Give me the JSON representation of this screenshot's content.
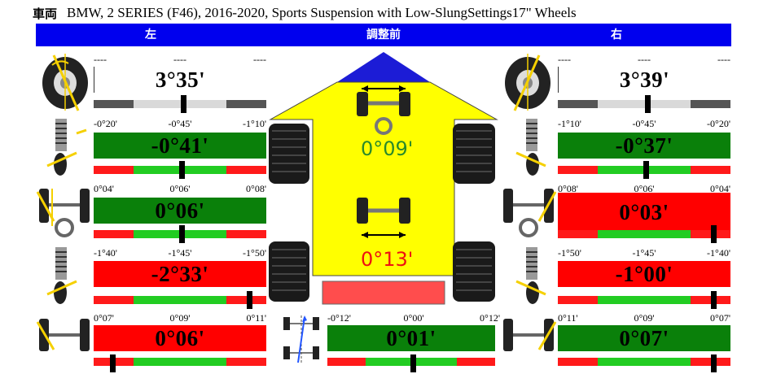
{
  "vehicle": {
    "label": "車両",
    "description": "BMW, 2 SERIES (F46), 2016-2020, Sports Suspension with Low-SlungSettings17\" Wheels"
  },
  "header": {
    "left": "左",
    "center": "調整前",
    "right": "右"
  },
  "colors": {
    "header_bg": "#0000ee",
    "in_spec": "#0a800a",
    "out_of_spec": "#ff0000",
    "car_body": "#ffff00",
    "car_nose": "#1c1cd6",
    "front_total_toe": "#2a8a2a",
    "rear_total_toe": "#ee1111"
  },
  "left": {
    "caster": {
      "ticks": [
        "----",
        "----",
        "----"
      ],
      "value": "3°35'",
      "status": "neutral",
      "marker_pct": 52
    },
    "front_camber": {
      "ticks": [
        "-0°20'",
        "-0°45'",
        "-1°10'"
      ],
      "value": "-0°41'",
      "status": "ok",
      "marker_pct": 51
    },
    "front_toe": {
      "ticks": [
        "0°04'",
        "0°06'",
        "0°08'"
      ],
      "value": "0°06'",
      "status": "ok",
      "marker_pct": 51
    },
    "rear_camber": {
      "ticks": [
        "-1°40'",
        "-1°45'",
        "-1°50'"
      ],
      "value": "-2°33'",
      "status": "bad",
      "marker_pct": 90
    },
    "rear_toe": {
      "ticks": [
        "0°07'",
        "0°09'",
        "0°11'"
      ],
      "value": "0°06'",
      "status": "bad",
      "marker_pct": 11
    }
  },
  "right": {
    "caster": {
      "ticks": [
        "----",
        "----",
        "----"
      ],
      "value": "3°39'",
      "status": "neutral",
      "marker_pct": 52
    },
    "front_camber": {
      "ticks": [
        "-1°10'",
        "-0°45'",
        "-0°20'"
      ],
      "value": "-0°37'",
      "status": "ok",
      "marker_pct": 51
    },
    "front_toe": {
      "ticks": [
        "0°08'",
        "0°06'",
        "0°04'"
      ],
      "value": "0°03'",
      "status": "bad",
      "marker_pct": 90
    },
    "rear_camber": {
      "ticks": [
        "-1°50'",
        "-1°45'",
        "-1°40'"
      ],
      "value": "-1°00'",
      "status": "bad",
      "marker_pct": 90
    },
    "rear_toe": {
      "ticks": [
        "0°11'",
        "0°09'",
        "0°07'"
      ],
      "value": "0°07'",
      "status": "bad",
      "marker_pct": 90
    }
  },
  "center": {
    "front_total_toe": "0°09'",
    "rear_total_toe": "0°13'",
    "thrust_angle": {
      "ticks": [
        "-0°12'",
        "0°00'",
        "0°12'"
      ],
      "value": "0°01'",
      "status": "ok",
      "marker_pct": 51
    }
  },
  "icons": {
    "caster": "wheel-caster-icon",
    "camber": "strut-camber-icon",
    "toe": "axle-toe-icon",
    "thrust": "thrust-angle-icon"
  }
}
